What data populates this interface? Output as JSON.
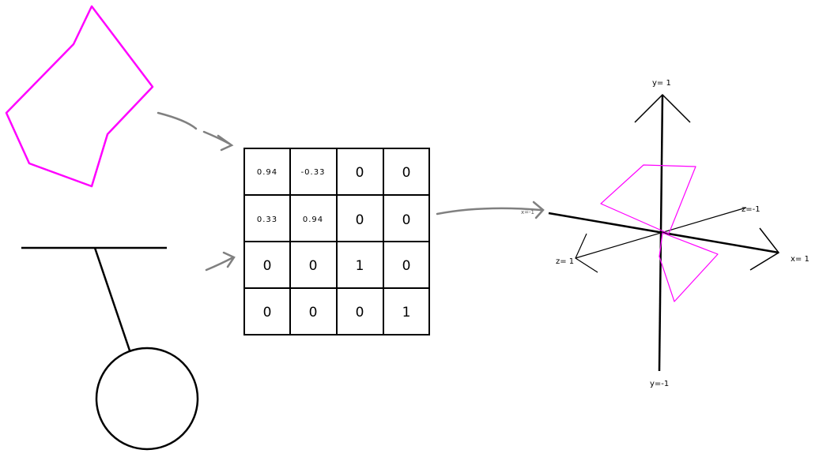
{
  "matrix": {
    "rows": [
      [
        "0.94",
        "-0.33",
        "0",
        "0"
      ],
      [
        "0.33",
        "0.94",
        "0",
        "0"
      ],
      [
        "0",
        "0",
        "1",
        "0"
      ],
      [
        "0",
        "0",
        "0",
        "1"
      ]
    ]
  },
  "axes": {
    "y_pos": "y= 1",
    "y_neg": "y=-1",
    "x_pos": "x= 1",
    "x_neg": "x=-1",
    "z_pos": "z= 1",
    "z_neg": "z=-1"
  },
  "colors": {
    "shape": "#ff00ff",
    "ink": "#000000",
    "arrow": "#808080"
  }
}
